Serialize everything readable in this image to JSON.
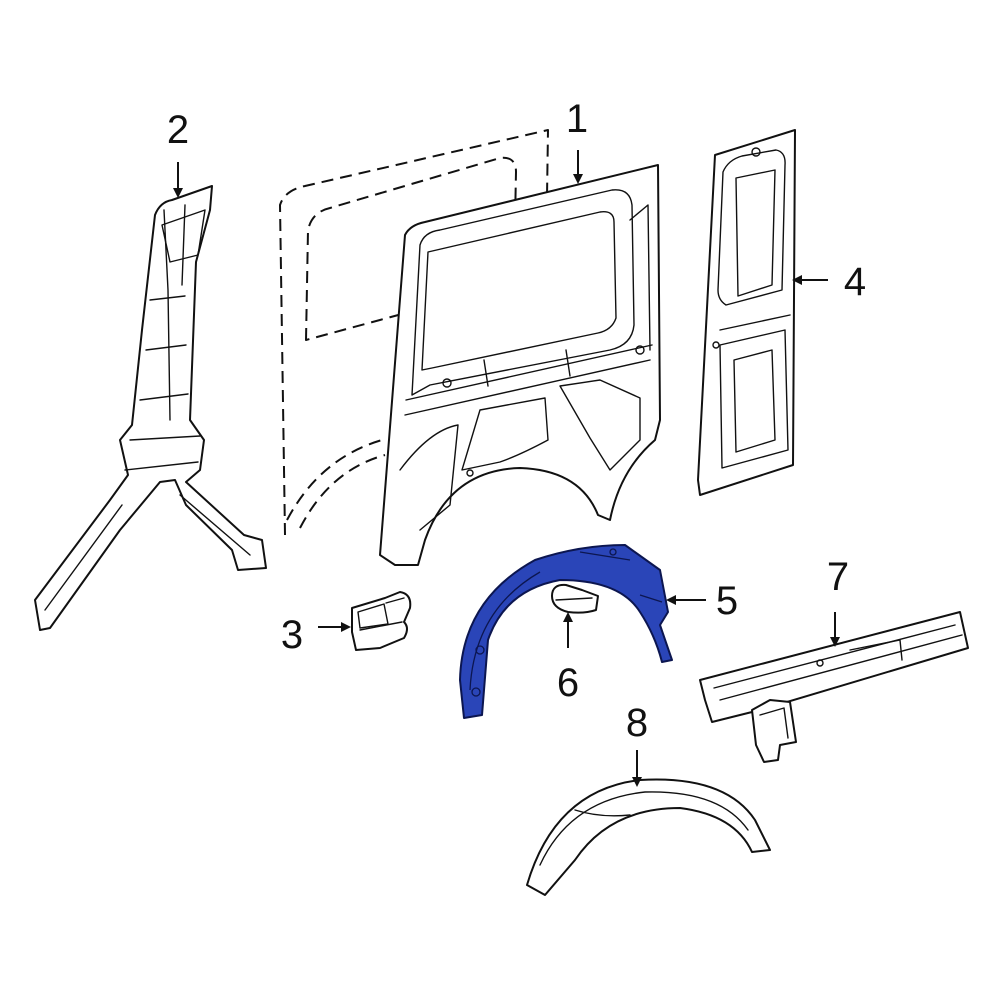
{
  "diagram": {
    "highlight_color": "#2a45b8",
    "callouts": [
      {
        "id": "1",
        "label": "1"
      },
      {
        "id": "2",
        "label": "2"
      },
      {
        "id": "3",
        "label": "3"
      },
      {
        "id": "4",
        "label": "4"
      },
      {
        "id": "5",
        "label": "5"
      },
      {
        "id": "6",
        "label": "6"
      },
      {
        "id": "7",
        "label": "7"
      },
      {
        "id": "8",
        "label": "8"
      }
    ],
    "highlighted_callout": "5"
  }
}
